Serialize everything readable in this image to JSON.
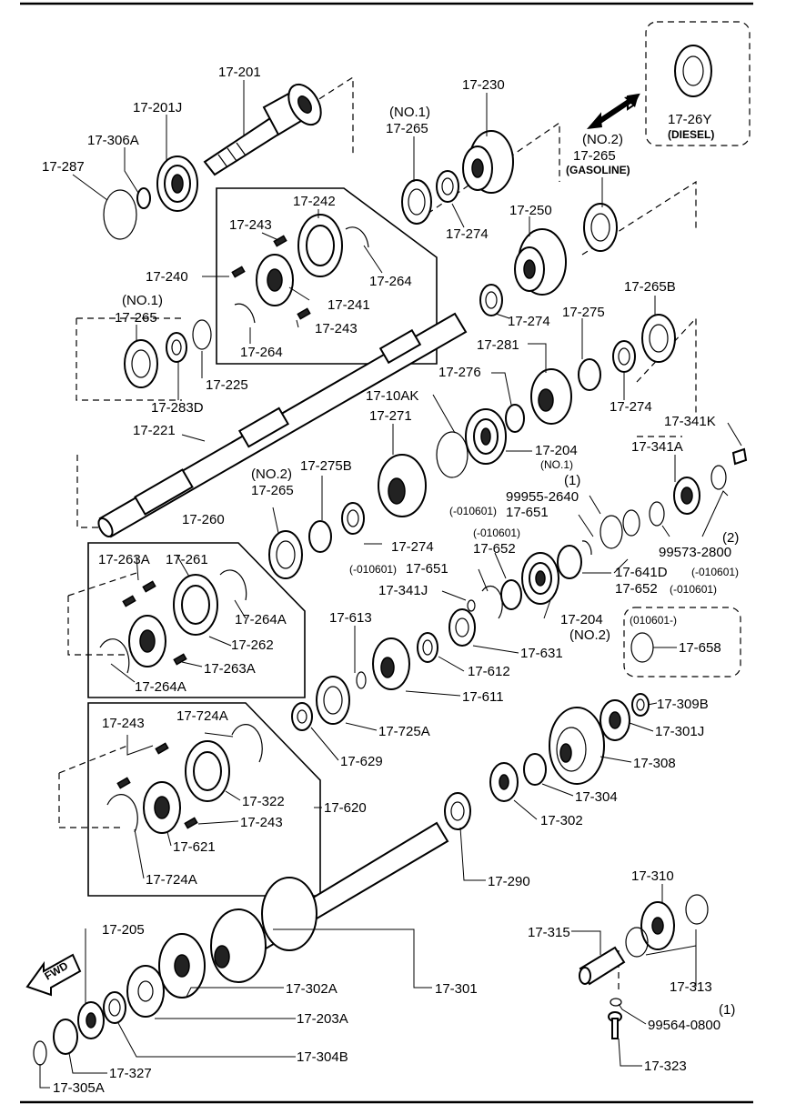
{
  "labels": {
    "l_17_201": "17-201",
    "l_17_201j": "17-201J",
    "l_17_306a": "17-306A",
    "l_17_287": "17-287",
    "l_no1_a": "(NO.1)",
    "l_17_265_a": "17-265",
    "l_17_230": "17-230",
    "l_17_274_a": "17-274",
    "l_17_26y": "17-26Y",
    "l_diesel": "(DIESEL)",
    "l_no2_a": "(NO.2)",
    "l_17_265_b": "17-265",
    "l_gasoline": "(GASOLINE)",
    "l_17_242": "17-242",
    "l_17_243_a": "17-243",
    "l_17_264_a": "17-264",
    "l_17_240": "17-240",
    "l_17_241": "17-241",
    "l_17_243_b": "17-243",
    "l_17_264_b": "17-264",
    "l_17_250": "17-250",
    "l_17_274_b": "17-274",
    "l_17_265b": "17-265B",
    "l_17_275": "17-275",
    "l_no1_b": "(NO.1)",
    "l_17_265_c": "17-265",
    "l_17_283d": "17-283D",
    "l_17_225": "17-225",
    "l_17_281": "17-281",
    "l_17_276": "17-276",
    "l_17_274_c": "17-274",
    "l_17_10ak": "17-10AK",
    "l_17_271": "17-271",
    "l_17_204_a": "17-204",
    "l_no1_c": "(NO.1)",
    "l_17_341k": "17-341K",
    "l_17_341a": "17-341A",
    "l_17_221": "17-221",
    "l_no2_b": "(NO.2)",
    "l_17_265_d": "17-265",
    "l_17_275b": "17-275B",
    "l_q1_a": "(1)",
    "l_99955": "99955-2640",
    "l_010601_a": "(-010601)",
    "l_17_651_a": "17-651",
    "l_q2": "(2)",
    "l_99573": "99573-2800",
    "l_17_260": "17-260",
    "l_17_274_d": "17-274",
    "l_010601_b": "(-010601)",
    "l_17_652_a": "17-652",
    "l_17_263a_a": "17-263A",
    "l_17_261": "17-261",
    "l_010601_c": "(-010601)",
    "l_17_651_b": "17-651",
    "l_17_641d": "17-641D",
    "l_010601_d": "(-010601)",
    "l_17_652_b": "17-652",
    "l_010601_e": "(-010601)",
    "l_17_341j": "17-341J",
    "l_17_264a_a": "17-264A",
    "l_17_204_b": "17-204",
    "l_no2_c": "(NO.2)",
    "l_17_262": "17-262",
    "l_17_613": "17-613",
    "l_17_631": "17-631",
    "l_010601_f": "(010601-)",
    "l_17_658": "17-658",
    "l_17_263a_b": "17-263A",
    "l_17_264a_b": "17-264A",
    "l_17_612": "17-612",
    "l_17_611": "17-611",
    "l_17_309b": "17-309B",
    "l_17_243_c": "17-243",
    "l_17_724a_a": "17-724A",
    "l_17_725a": "17-725A",
    "l_17_301j": "17-301J",
    "l_17_629": "17-629",
    "l_17_308": "17-308",
    "l_17_322": "17-322",
    "l_17_304_a": "17-304",
    "l_17_620": "17-620",
    "l_17_243_d": "17-243",
    "l_17_302": "17-302",
    "l_17_621": "17-621",
    "l_17_724a_b": "17-724A",
    "l_17_290": "17-290",
    "l_17_310": "17-310",
    "l_17_205": "17-205",
    "l_17_315": "17-315",
    "l_fwd": "FWD",
    "l_17_302a": "17-302A",
    "l_17_301": "17-301",
    "l_17_313": "17-313",
    "l_17_203a": "17-203A",
    "l_q1_b": "(1)",
    "l_99564": "99564-0800",
    "l_17_304b": "17-304B",
    "l_17_327": "17-327",
    "l_17_323": "17-323",
    "l_17_305a": "17-305A"
  }
}
